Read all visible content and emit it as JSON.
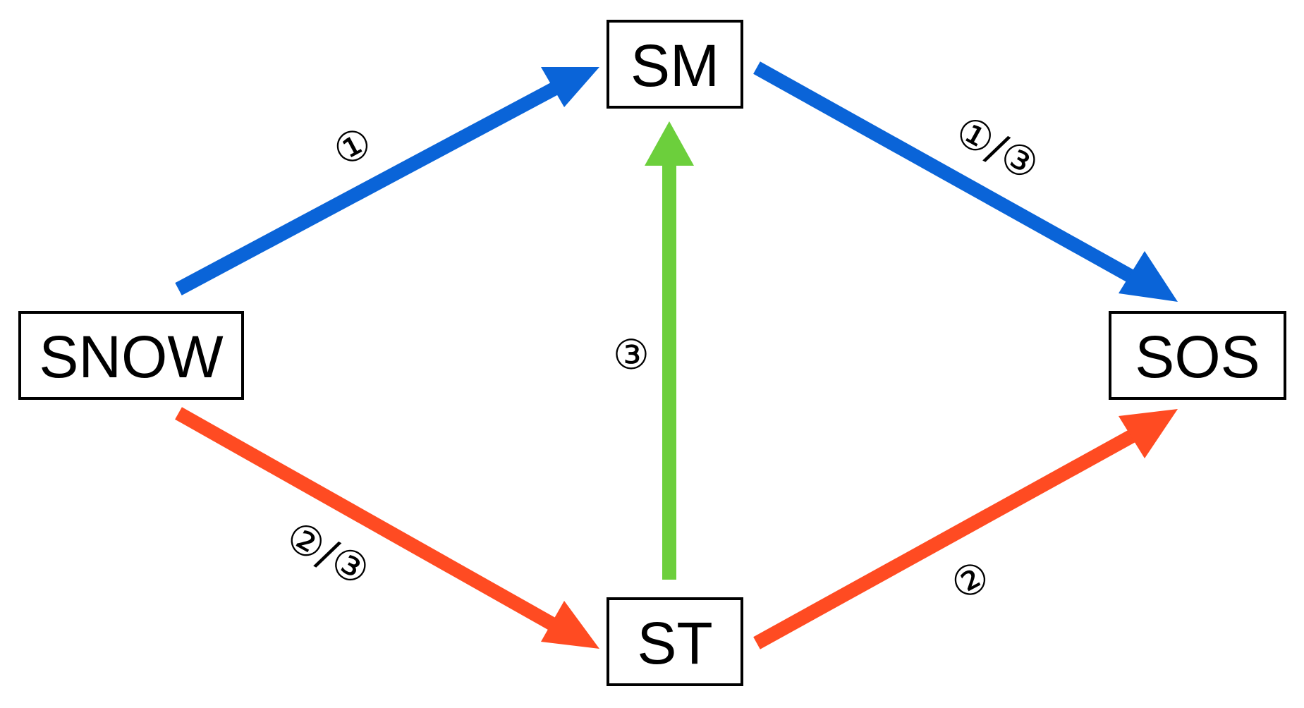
{
  "colors": {
    "blue": "#0a64d8",
    "red": "#ff4b22",
    "green": "#6ccf3c",
    "box_border": "#000000",
    "text": "#000000"
  },
  "nodes": {
    "sm": {
      "label": "SM"
    },
    "snow": {
      "label": "SNOW"
    },
    "sos": {
      "label": "SOS"
    },
    "st": {
      "label": "ST"
    }
  },
  "edges": [
    {
      "id": "snow-sm",
      "from": "SNOW",
      "to": "SM",
      "color": "blue",
      "label": "①"
    },
    {
      "id": "sm-sos",
      "from": "SM",
      "to": "SOS",
      "color": "blue",
      "label": "①/③"
    },
    {
      "id": "st-sm",
      "from": "ST",
      "to": "SM",
      "color": "green",
      "label": "③"
    },
    {
      "id": "snow-st",
      "from": "SNOW",
      "to": "ST",
      "color": "red",
      "label": "②/③"
    },
    {
      "id": "st-sos",
      "from": "ST",
      "to": "SOS",
      "color": "red",
      "label": "②"
    }
  ]
}
